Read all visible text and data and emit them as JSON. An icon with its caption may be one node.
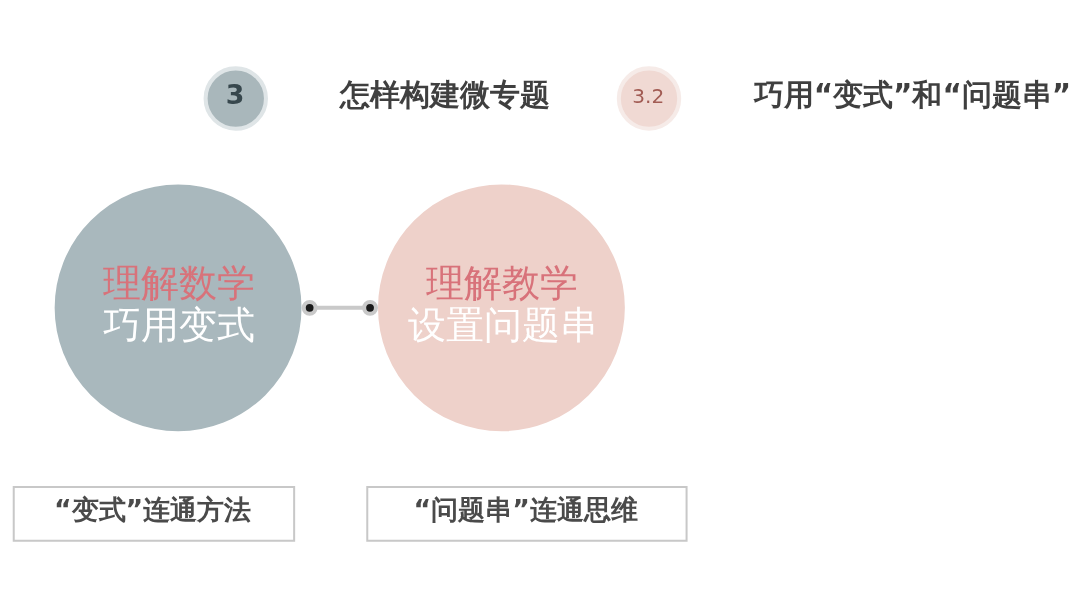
{
  "diagram": {
    "nodes": [
      {
        "text": [
          "3"
        ],
        "beside": [
          "怎样构建微专题"
        ]
      },
      {
        "text": [
          "3.2"
        ],
        "beside": [
          "巧用“变式”和“问题串”"
        ]
      },
      {
        "text": [
          "理解数学",
          "巧用变式"
        ]
      },
      {
        "text": [
          "理解教学",
          "设置问题串"
        ]
      },
      {
        "text": [
          "“变式”连通方法"
        ]
      },
      {
        "text": [
          "“问题串”连通思维"
        ]
      }
    ],
    "edges": [
      {
        "from": 2,
        "to": 3,
        "arrow": "other"
      }
    ]
  }
}
